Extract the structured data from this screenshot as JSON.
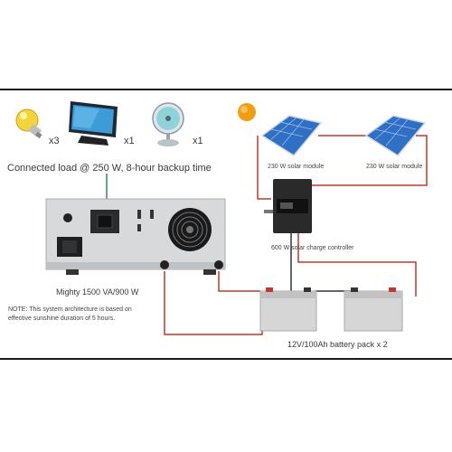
{
  "load": {
    "bulb_count": "x3",
    "tv_count": "x1",
    "fan_count": "x1",
    "caption": "Connected load @ 250 W, 8-hour backup time"
  },
  "inverter": {
    "label": "Mighty 1500 VA/900 W"
  },
  "note": {
    "line1": "NOTE: This system architecture is based on",
    "line2": "effective sunshine duration of 5 hours."
  },
  "solar": {
    "module1": "230 W solar module",
    "module2": "230 W solar module",
    "controller": "600 W solar charge controller"
  },
  "battery": {
    "label": "12V/100Ah battery pack x 2"
  },
  "colors": {
    "wire_red": "#c0392b",
    "wire_green": "#2e8b57",
    "wire_dark": "#333333",
    "panel_blue": "#2f6fc4",
    "sun": "#f39c12"
  }
}
